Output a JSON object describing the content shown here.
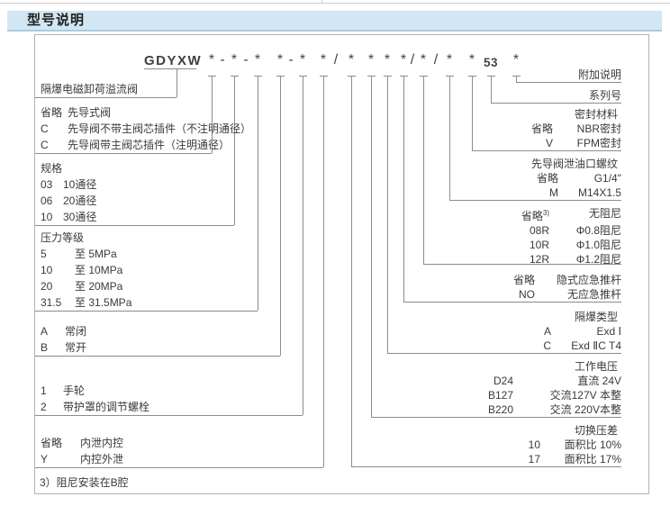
{
  "header": {
    "title": "型号说明"
  },
  "model": {
    "prefix": "GDYXW",
    "symbols": [
      {
        "ch": "*"
      },
      {
        "ch": "-"
      },
      {
        "ch": "*"
      },
      {
        "ch": "-"
      },
      {
        "ch": "*"
      },
      {
        "ch": "*"
      },
      {
        "ch": "-"
      },
      {
        "ch": "*"
      },
      {
        "ch": "*"
      },
      {
        "ch": "/"
      },
      {
        "ch": "*"
      },
      {
        "ch": "*"
      },
      {
        "ch": "*"
      },
      {
        "ch": "*"
      },
      {
        "ch": "/"
      },
      {
        "ch": "*"
      },
      {
        "ch": "/"
      },
      {
        "ch": "*"
      },
      {
        "ch": "*"
      },
      {
        "ch": "53"
      },
      {
        "ch": "*"
      }
    ]
  },
  "left_blocks": [
    {
      "rows": [
        {
          "text": "隔爆电磁卸荷溢流阀"
        }
      ]
    },
    {
      "rows": [
        {
          "code": "省略",
          "text": "先导式阀"
        },
        {
          "code": "C",
          "text": "先导阀不带主阀芯插件（不注明通径）"
        },
        {
          "code": "C",
          "text": "先导阀带主阀芯插件（注明通径）"
        }
      ]
    },
    {
      "header": "规格",
      "rows": [
        {
          "code": "03",
          "text": "10通径"
        },
        {
          "code": "06",
          "text": "20通径"
        },
        {
          "code": "10",
          "text": "30通径"
        }
      ]
    },
    {
      "header": "压力等级",
      "rows": [
        {
          "code": "5",
          "text": "至 5MPa"
        },
        {
          "code": "10",
          "text": "至 10MPa"
        },
        {
          "code": "20",
          "text": "至 20MPa"
        },
        {
          "code": "31.5",
          "text": "至 31.5MPa"
        }
      ]
    },
    {
      "rows": [
        {
          "code": "A",
          "text": "常闭"
        },
        {
          "code": "B",
          "text": "常开"
        }
      ]
    },
    {
      "rows": [
        {
          "code": "1",
          "text": "手轮"
        },
        {
          "code": "2",
          "text": "带护罩的调节螺栓"
        }
      ]
    },
    {
      "rows": [
        {
          "code": "省略",
          "text": "内泄内控"
        },
        {
          "code": "Y",
          "text": "内控外泄"
        }
      ]
    }
  ],
  "right_blocks": [
    {
      "rows": [
        {
          "text": "附加说明"
        }
      ]
    },
    {
      "rows": [
        {
          "text": "系列号"
        }
      ]
    },
    {
      "header": "密封材料",
      "rows": [
        {
          "code": "省略",
          "text": "NBR密封"
        },
        {
          "code": "V",
          "text": "FPM密封"
        }
      ]
    },
    {
      "header": "先导阀泄油口螺纹",
      "rows": [
        {
          "code": "省略",
          "text": "G1/4\""
        },
        {
          "code": "M",
          "text": "M14X1.5"
        }
      ]
    },
    {
      "rows": [
        {
          "code": "省略",
          "sup": "3)",
          "text": "无阻尼"
        },
        {
          "code": "08R",
          "text": "Φ0.8阻尼"
        },
        {
          "code": "10R",
          "text": "Φ1.0阻尼"
        },
        {
          "code": "12R",
          "text": "Φ1.2阻尼"
        }
      ]
    },
    {
      "rows": [
        {
          "code": "省略",
          "text": "隐式应急推杆"
        },
        {
          "code": "NO",
          "text": "无应急推杆"
        }
      ]
    },
    {
      "header": "隔爆类型",
      "rows": [
        {
          "code": "A",
          "text": "Exd Ⅰ"
        },
        {
          "code": "C",
          "text": "Exd ⅡC T4"
        }
      ]
    },
    {
      "header": "工作电压",
      "rows": [
        {
          "code": "D24",
          "text": "直流 24V"
        },
        {
          "code": "B127",
          "text": "交流127V 本整"
        },
        {
          "code": "B220",
          "text": "交流 220V本整"
        }
      ]
    },
    {
      "header": "切换压差",
      "rows": [
        {
          "code": "10",
          "text": "面积比  10%"
        },
        {
          "code": "17",
          "text": "面积比  17%"
        }
      ]
    }
  ],
  "footnote": "3）阻尼安装在B腔",
  "colors": {
    "accent_bar": "#d2e6f4",
    "line": "#8c8c8c"
  }
}
